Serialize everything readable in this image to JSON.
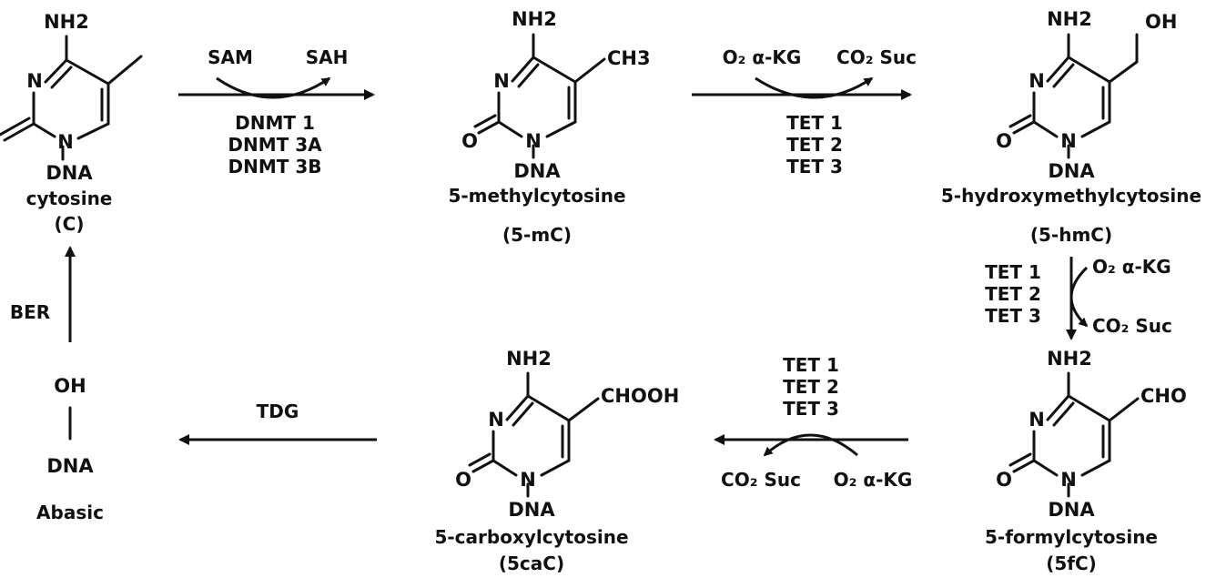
{
  "molecules": [
    {
      "id": "c",
      "nh2": "NH2",
      "n": "N",
      "n1": "N",
      "o": "",
      "r": "DNA",
      "name": "cytosine",
      "abbr": "(C)"
    },
    {
      "id": "5mc",
      "nh2": "NH2",
      "n": "N",
      "n1": "N",
      "o": "O",
      "r": "DNA",
      "sub": "CH3",
      "name": "5-methylcytosine",
      "abbr": "(5-mC)"
    },
    {
      "id": "5hmc",
      "nh2": "NH2",
      "n": "N",
      "n1": "N",
      "o": "O",
      "r": "DNA",
      "sub": "OH",
      "name": "5-hydroxymethylcytosine",
      "abbr": "(5-hmC)"
    },
    {
      "id": "5fc",
      "nh2": "NH2",
      "n": "N",
      "n1": "N",
      "o": "O",
      "r": "DNA",
      "sub": "CHO",
      "name": "5-formylcytosine",
      "abbr": "(5fC)"
    },
    {
      "id": "5cac",
      "nh2": "NH2",
      "n": "N",
      "n1": "N",
      "o": "O",
      "r": "DNA",
      "sub": "CHOOH",
      "name": "5-carboxylcytosine",
      "abbr": "(5caC)"
    }
  ],
  "abasic": {
    "oh": "OH",
    "r": "DNA",
    "name": "Abasic"
  },
  "steps": {
    "methylation": {
      "in": "SAM",
      "out": "SAH",
      "enzymes": [
        "DNMT 1",
        "DNMT 3A",
        "DNMT 3B"
      ]
    },
    "oxidation1": {
      "in": "O₂ α-KG",
      "out": "CO₂ Suc",
      "enzymes": [
        "TET 1",
        "TET 2",
        "TET 3"
      ]
    },
    "oxidation2": {
      "in": "O₂ α-KG",
      "out": "CO₂ Suc",
      "enzymes": [
        "TET 1",
        "TET 2",
        "TET 3"
      ]
    },
    "oxidation3": {
      "in": "O₂ α-KG",
      "out": "CO₂ Suc",
      "enzymes": [
        "TET 1",
        "TET 2",
        "TET 3"
      ]
    },
    "excision": {
      "enzyme": "TDG"
    },
    "repair": {
      "enzyme": "BER"
    }
  }
}
